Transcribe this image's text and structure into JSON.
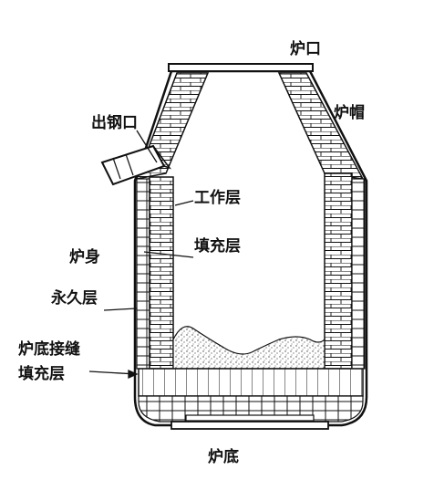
{
  "labels": {
    "furnace_mouth": "炉口",
    "furnace_cap": "炉帽",
    "tap_hole": "出钢口",
    "working_layer": "工作层",
    "filler_layer": "填充层",
    "furnace_body": "炉身",
    "permanent_layer": "永久层",
    "bottom_joint_line1": "炉底接缝",
    "bottom_joint_line2": "填充层",
    "furnace_bottom": "炉底"
  },
  "colors": {
    "line": "#111111",
    "brick_fill": "#ffffff",
    "melt_stipple": "#555555"
  }
}
